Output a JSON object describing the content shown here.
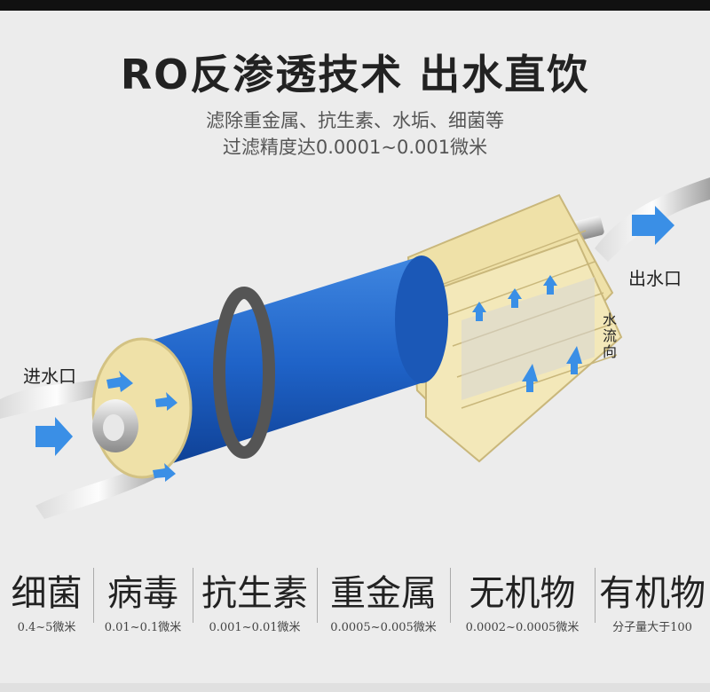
{
  "title": "RO反渗透技术 出水直饮",
  "subtitle_line1": "滤除重金属、抗生素、水垢、细菌等",
  "subtitle_line2": "过滤精度达0.0001~0.001微米",
  "labels": {
    "inlet": "进水口",
    "outlet": "出水口",
    "flow_direction": "水流向"
  },
  "filtered": [
    {
      "name": "细菌",
      "range": "0.4~5微米"
    },
    {
      "name": "病毒",
      "range": "0.01~0.1微米"
    },
    {
      "name": "抗生素",
      "range": "0.001~0.01微米"
    },
    {
      "name": "重金属",
      "range": "0.0005~0.005微米"
    },
    {
      "name": "无机物",
      "range": "0.0002~0.0005微米"
    },
    {
      "name": "有机物",
      "range": "分子量大于100"
    }
  ],
  "colors": {
    "membrane_blue": "#1f63c8",
    "arrow_blue": "#3a8fe6",
    "layer_cream": "#efe1a8"
  }
}
